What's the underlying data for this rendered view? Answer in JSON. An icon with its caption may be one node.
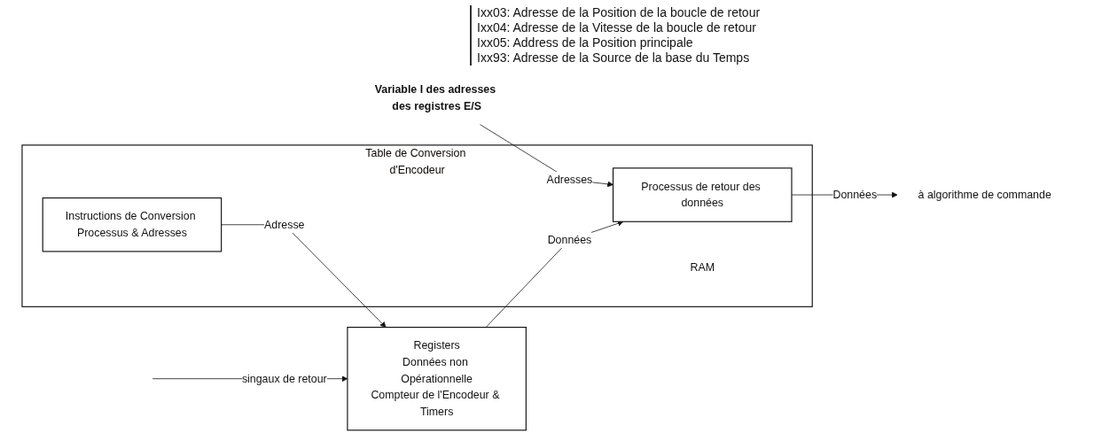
{
  "diagram": {
    "nodes": [
      {
        "text": [
          "Variable I des adresses des registres E/S"
        ]
      },
      {
        "text": [
          "à algorithme de commande"
        ]
      },
      {
        "text": [
          "Table de Conversion d'Encodeur"
        ],
        "beside": [
          "RAM"
        ]
      },
      {
        "text": [
          "Instructions de Conversion Processus & Adresses"
        ],
        "in": 2
      },
      {
        "text": [
          "Processus de retour des données"
        ],
        "in": 2
      },
      {
        "text": [
          "Registers",
          "Données non Opérationnelle",
          "Compteur de l'Encodeur & Timers"
        ]
      }
    ],
    "edges": [
      {
        "from": 0,
        "to": 4,
        "arrow": "to",
        "label": "Adresses"
      },
      {
        "from": 4,
        "to": 1,
        "arrow": "to",
        "label": "Données"
      },
      {
        "from": 3,
        "to": 5,
        "arrow": "to",
        "label": "Adresse"
      },
      {
        "from": 5,
        "to": 4,
        "arrow": "to",
        "label": "Données"
      },
      {
        "from": null,
        "to": 5,
        "arrow": "to",
        "label": "singaux de retour"
      }
    ],
    "labels": [
      "Ixx03: Adresse de la Position de la boucle de retour",
      "Ixx04: Adresse de la Vitesse de la boucle de retour",
      "Ixx05: Address de la Position principale",
      "Ixx93: Adresse de la Source de la base du Temps"
    ]
  }
}
